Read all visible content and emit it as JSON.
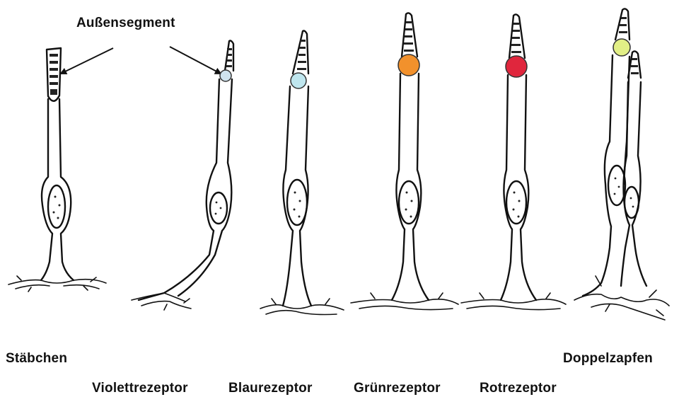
{
  "callout": {
    "label": "Außensegment"
  },
  "cells": [
    {
      "id": "rod",
      "label": "Stäbchen",
      "segment_color": null
    },
    {
      "id": "violet",
      "label": "Violettrezeptor",
      "segment_color": "#cfe3ee"
    },
    {
      "id": "blue",
      "label": "Blaurezeptor",
      "segment_color": "#bfe6ee"
    },
    {
      "id": "green",
      "label": "Grünrezeptor",
      "segment_color": "#f2912c"
    },
    {
      "id": "red",
      "label": "Rotrezeptor",
      "segment_color": "#e0263d"
    },
    {
      "id": "double",
      "label": "Doppelzapfen",
      "segment_color": "#e2ef86"
    }
  ]
}
